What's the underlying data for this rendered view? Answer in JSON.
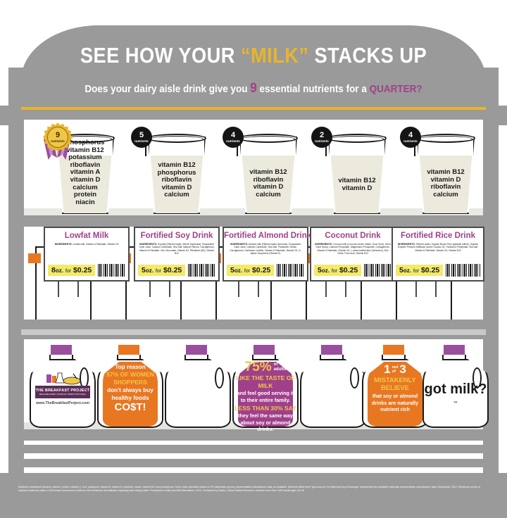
{
  "header": {
    "title_part1": "SEE HOW YOUR ",
    "title_highlight": "“MILK”",
    "title_part2": " STACKS UP",
    "subtitle_part1": "Does your dairy aisle drink give you ",
    "subtitle_number": "9",
    "subtitle_part2": " essential nutrients for a ",
    "subtitle_highlight": "QUARTER?"
  },
  "colors": {
    "gray": "#9a9a9a",
    "gold": "#e8b52b",
    "purple": "#a0408a",
    "orange": "#e87722",
    "yellow_price": "#f3e96b",
    "cream": "#ece9dd"
  },
  "glasses": [
    {
      "id": "lowfat-milk",
      "badge_number": "9",
      "badge_label": "nutrients",
      "winner": true,
      "nutrients": [
        "phosphorus",
        "vitamin B12",
        "potassium",
        "riboflavin",
        "vitamin A",
        "vitamin D",
        "calcium",
        "protein",
        "niacin"
      ]
    },
    {
      "id": "fortified-soy",
      "badge_number": "5",
      "badge_label": "nutrients",
      "winner": false,
      "nutrients": [
        "vitamin B12",
        "phosphorus",
        "riboflavin",
        "vitamin D",
        "calcium"
      ]
    },
    {
      "id": "fortified-almond",
      "badge_number": "4",
      "badge_label": "nutrients",
      "winner": false,
      "nutrients": [
        "vitamin B12",
        "riboflavin",
        "vitamin D",
        "calcium"
      ]
    },
    {
      "id": "coconut",
      "badge_number": "2",
      "badge_label": "nutrients",
      "winner": false,
      "nutrients": [
        "vitamin B12",
        "vitamin D"
      ]
    },
    {
      "id": "fortified-rice",
      "badge_number": "4",
      "badge_label": "nutrients",
      "winner": false,
      "nutrients": [
        "vitamin B12",
        "vitamin D",
        "riboflavin",
        "calcium"
      ]
    }
  ],
  "price_cards": [
    {
      "id": "lowfat-milk",
      "title": "Lowfat Milk",
      "ingredients_label": "INGREDIENTS:",
      "ingredients": "Lowfat milk, Vitamin A Palmitate, Vitamin D3",
      "amount": "8",
      "unit": "oz.",
      "for_label": "for",
      "price": "$0.25"
    },
    {
      "id": "fortified-soy",
      "title": "Fortified Soy Drink",
      "ingredients_label": "INGREDIENTS:",
      "ingredients": "Soymilk (Filtered water, Whole Soybeans), Evaporated Cane Juice, Calcium Carbonate, Sea Salt, Natural Flavors, Carrageenan, Vitamin A Palmitate, Zinc Gluconate, Vitamin D2, Riboflavin (B2), Vitamin B12",
      "amount": "5",
      "unit": "oz.",
      "for_label": "for",
      "price": "$0.25"
    },
    {
      "id": "fortified-almond",
      "title": "Fortified Almond Drink",
      "ingredients_label": "INGREDIENTS:",
      "ingredients": "Almond milk (Filtered water, Almonds), Evaporated Cane Juice, Calcium Carbonate, Sea Salt, Potassium Citrate, Carrageenan, Sunflower Lecithin, Vitamin A Palmitate, Vitamin D2, D-Alpha-Tocopherol (Vitamin E)",
      "amount": "5",
      "unit": "oz.",
      "for_label": "for",
      "price": "$0.25"
    },
    {
      "id": "coconut",
      "title": "Coconut Drink",
      "ingredients_label": "INGREDIENTS:",
      "ingredients": "Coconut milk (Coconut cream, Water, Guar Gum), Dried Cane Syrup, Calcium Phosphate, Magnesium Phosphate, Carrageenan, Vitamin A Palmitate, Vitamin D2, L-selenomethionine (Selenium), Zinc Oxide, Folic Acid, Vitamin B12",
      "amount": "5",
      "unit": "oz.",
      "for_label": "for",
      "price": "$0.25"
    },
    {
      "id": "fortified-rice",
      "title": "Fortified Rice Drink",
      "ingredients_label": "INGREDIENTS:",
      "ingredients": "Filtered water, Organic Brown Rice (partially milled), Organic Expeller Pressed Safflower and/or Canola Oil, Tricalcium Phosphate, Sea salt, Vitamin A Palmitate, Vitamin D2, Vitamin B12",
      "amount": "5",
      "unit": "oz.",
      "for_label": "for",
      "price": "$0.25"
    }
  ],
  "jugs": [
    {
      "id": "breakfast-project-logo",
      "type": "logo",
      "logo_name": "THE BREAKFAST PROJECT",
      "logo_tagline": "BECAUSE EVERY GOOD DAY STARTS WITH MILK",
      "url": "www.TheBreakfastProject.com"
    },
    {
      "id": "stat-cost",
      "type": "stat",
      "fill": "#e87722",
      "lines": [
        {
          "text": "Top reason",
          "style": "plain"
        },
        {
          "text": "57% OF WOMEN",
          "style": "hl"
        },
        {
          "text": "SHOPPERS",
          "style": "hl"
        },
        {
          "text": "don't always buy",
          "style": "plain"
        },
        {
          "text": "healthy  foods",
          "style": "plain"
        },
        {
          "text": "CO$T!",
          "style": "big"
        }
      ]
    },
    {
      "id": "empty-jug-1",
      "type": "empty"
    },
    {
      "id": "stat-taste",
      "type": "stat",
      "fill": "#a0408a",
      "lines": [
        {
          "text": "75%",
          "style": "huge-inline",
          "suffix_top": "of",
          "suffix_bottom": "adults"
        },
        {
          "text": "LIKE THE TASTE OF MILK",
          "style": "hl"
        },
        {
          "text": "and feel good serving it",
          "style": "sm"
        },
        {
          "text": "to their entire family.",
          "style": "sm"
        },
        {
          "text": "LESS THAN 30% SAY",
          "style": "hl"
        },
        {
          "text": "they feel the same way",
          "style": "sm"
        },
        {
          "text": "about soy or almond drinks.",
          "style": "sm"
        }
      ]
    },
    {
      "id": "empty-jug-2",
      "type": "empty"
    },
    {
      "id": "stat-believe",
      "type": "stat",
      "fill": "#e87722",
      "lines": [
        {
          "text": "1",
          "style": "huge-ratio",
          "mid_top": "out",
          "mid_bottom": "of",
          "text2": "3"
        },
        {
          "text": "MISTAKENLY",
          "style": "hl"
        },
        {
          "text": "BELIEVE",
          "style": "hl"
        },
        {
          "text": "that soy or almond",
          "style": "sm"
        },
        {
          "text": "drinks are naturally",
          "style": "sm"
        },
        {
          "text": "nutrient rich",
          "style": "sm"
        }
      ]
    },
    {
      "id": "got-milk",
      "type": "gotmilk",
      "text": "got milk?",
      "trademark": "™"
    }
  ],
  "footer": {
    "note": "Nutrients considered included: calcium, protein, vitamin C, iron, potassium, vitamin A, vitamin D, riboflavin, niacin, vitamin B12 and phosphorus. Drink costs calculated based on IRI nationwide grocery representative manufacturer data, as available. Nutrients listed meet “good source” for listed serving of beverage. Ingredients from available nationally representative manufacturer data, ShopSmart, 2012. Telephone survey of random household polled 1,016 female consumers to address their behaviors and attitudes regarding their eating habits. Perceptions of Milk and Milk Alternatives, 2013. Conducted by Radius, Global Market Research. Includes more than 2,800 adults ages 18–45."
  }
}
